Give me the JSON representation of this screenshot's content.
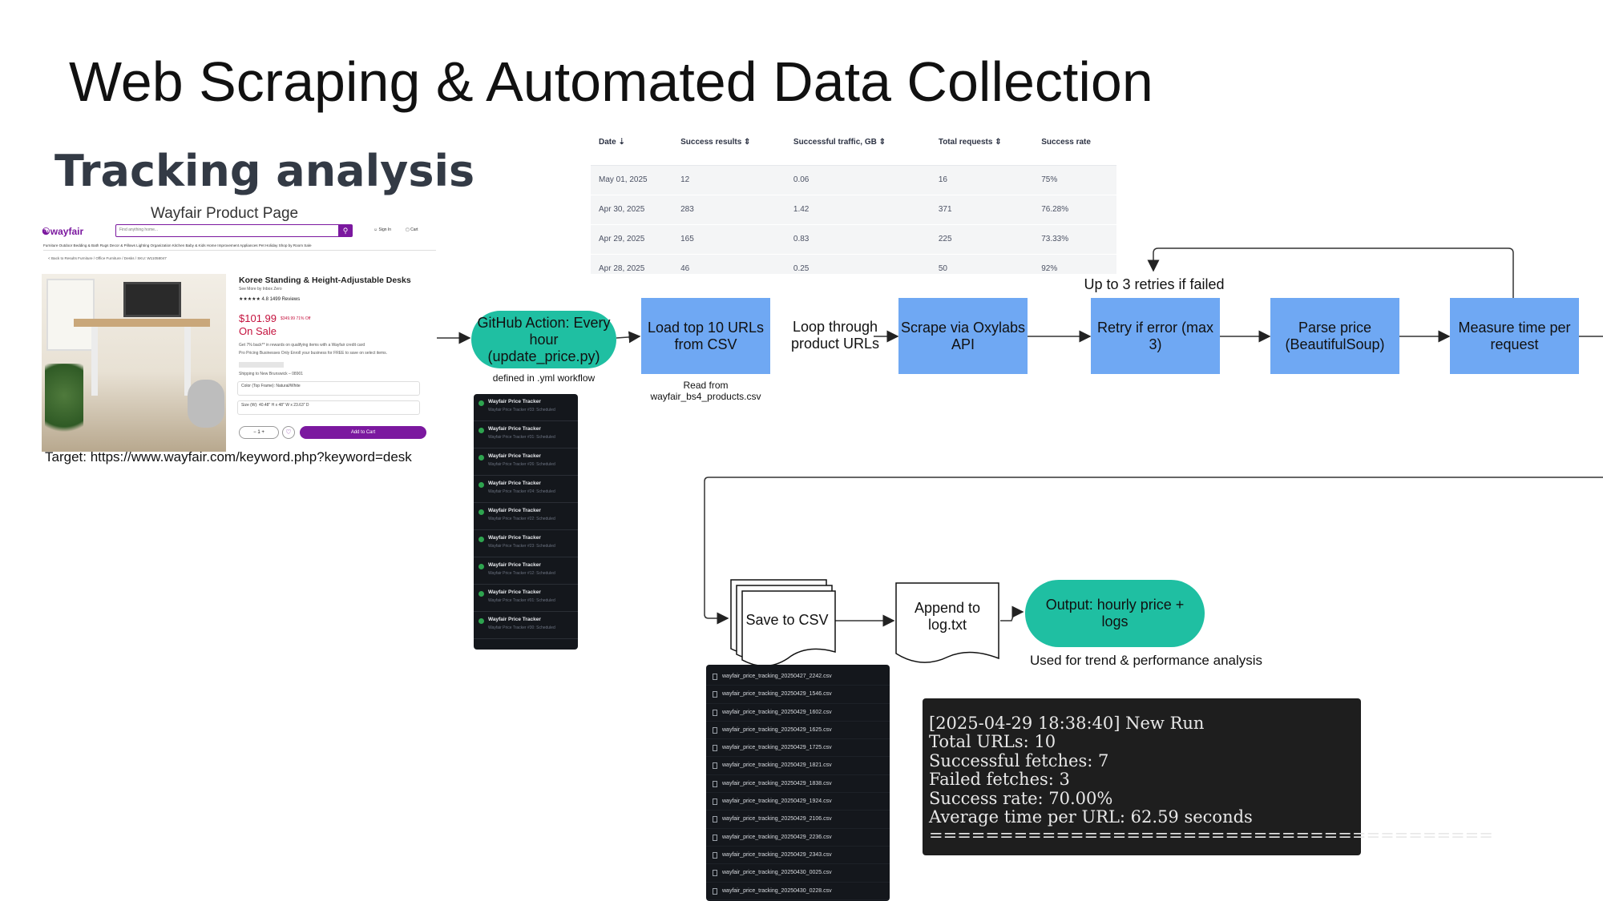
{
  "slide": {
    "title": "Web Scraping & Automated Data Collection",
    "heading": "Tracking analysis"
  },
  "wayfair": {
    "caption": "Wayfair Product Page",
    "target": "Target: https://www.wayfair.com/keyword.php?keyword=desk",
    "logo": "wayfair",
    "search_placeholder": "Find anything home...",
    "sign_in": "Sign In",
    "cart": "Cart",
    "nav": "Furniture   Outdoor   Bedding & Bath   Rugs   Decor & Pillows   Lighting   Organization   Kitchen   Baby & Kids   Home Improvement   Appliances   Pet   Holiday   Shop by Room   Sale",
    "crumb": "< Back to Results   Furniture / Office Furniture / Desks / SKU: W11058047",
    "product_title": "Koree Standing & Height-Adjustable Desks",
    "brand_line": "See More by Inbox Zero",
    "rating": "★★★★★ 4.8   1499 Reviews",
    "price": "$101.99",
    "old_price": "$349.99   71% Off",
    "on_sale": "On Sale",
    "rewards": "Get 7% back** in rewards on qualifying items with a Wayfair credit card",
    "pro": "Pro Pricing   Businesses Only   Enroll your business for FREE to save on select items.",
    "shipping": "Shipping to New Brunswick – 08901",
    "option1": "Color (Top Frame): Natural/White",
    "option2": "Size (W): 40.48\" H x 48\" W x 23.63\" D",
    "qty": "−  1  +",
    "add_to_cart": "Add to Cart"
  },
  "table": {
    "headers": [
      "Date ⇣",
      "Success results ⇕",
      "Successful traffic, GB ⇕",
      "Total requests ⇕",
      "Success rate"
    ],
    "rows": [
      [
        "May 01, 2025",
        "12",
        "0.06",
        "16",
        "75%"
      ],
      [
        "Apr 30, 2025",
        "283",
        "1.42",
        "371",
        "76.28%"
      ],
      [
        "Apr 29, 2025",
        "165",
        "0.83",
        "225",
        "73.33%"
      ],
      [
        "Apr 28, 2025",
        "46",
        "0.25",
        "50",
        "92%"
      ]
    ]
  },
  "flow": {
    "github": "GitHub Action: Every hour (update_price.py)",
    "github_note": "defined in .yml workflow",
    "load": "Load top 10 URLs from CSV",
    "load_note": "Read from wayfair_bs4_products.csv",
    "loop_label": "Loop through product URLs",
    "scrape": "Scrape via Oxylabs API",
    "retry_label": "Up to 3 retries if failed",
    "retry": "Retry if error (max 3)",
    "parse": "Parse price (BeautifulSoup)",
    "measure": "Measure time per request",
    "save": "Save to CSV",
    "append": "Append to log.txt",
    "output": "Output: hourly price + logs",
    "output_note": "Used for trend & performance analysis"
  },
  "runs": {
    "items": [
      {
        "title": "Wayfair Price Tracker",
        "sub": "Wayfair Price Tracker #33: Scheduled"
      },
      {
        "title": "Wayfair Price Tracker",
        "sub": "Wayfair Price Tracker #31: Scheduled"
      },
      {
        "title": "Wayfair Price Tracker",
        "sub": "Wayfair Price Tracker #26: Scheduled"
      },
      {
        "title": "Wayfair Price Tracker",
        "sub": "Wayfair Price Tracker #24: Scheduled"
      },
      {
        "title": "Wayfair Price Tracker",
        "sub": "Wayfair Price Tracker #22: Scheduled"
      },
      {
        "title": "Wayfair Price Tracker",
        "sub": "Wayfair Price Tracker #23: Scheduled"
      },
      {
        "title": "Wayfair Price Tracker",
        "sub": "Wayfair Price Tracker #12: Scheduled"
      },
      {
        "title": "Wayfair Price Tracker",
        "sub": "Wayfair Price Tracker #01: Scheduled"
      },
      {
        "title": "Wayfair Price Tracker",
        "sub": "Wayfair Price Tracker #30: Scheduled"
      }
    ]
  },
  "files": [
    "wayfair_price_tracking_20250427_2242.csv",
    "wayfair_price_tracking_20250429_1546.csv",
    "wayfair_price_tracking_20250429_1602.csv",
    "wayfair_price_tracking_20250429_1625.csv",
    "wayfair_price_tracking_20250429_1725.csv",
    "wayfair_price_tracking_20250429_1821.csv",
    "wayfair_price_tracking_20250429_1838.csv",
    "wayfair_price_tracking_20250429_1924.csv",
    "wayfair_price_tracking_20250429_2106.csv",
    "wayfair_price_tracking_20250429_2236.csv",
    "wayfair_price_tracking_20250429_2343.csv",
    "wayfair_price_tracking_20250430_0025.csv",
    "wayfair_price_tracking_20250430_0228.csv"
  ],
  "terminal": {
    "lines": [
      "[2025-04-29 18:38:40] New Run",
      "Total URLs: 10",
      "Successful fetches: 7",
      "Failed fetches: 3",
      "Success rate: 70.00%",
      "Average time per URL: 62.59 seconds",
      "========================================"
    ]
  }
}
